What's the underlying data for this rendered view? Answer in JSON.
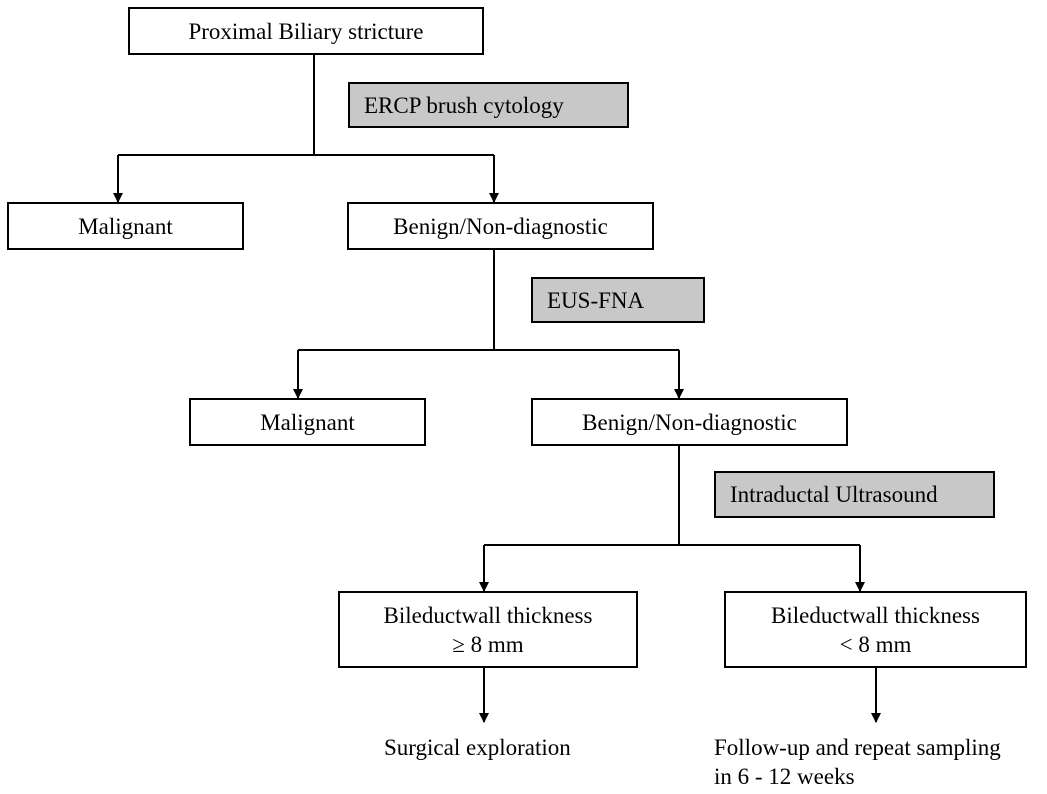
{
  "flowchart": {
    "root": "Proximal Biliary stricture",
    "step1": {
      "procedure": "ERCP brush cytology",
      "malignant": "Malignant",
      "benign": "Benign/Non-diagnostic"
    },
    "step2": {
      "procedure": "EUS-FNA",
      "malignant": "Malignant",
      "benign": "Benign/Non-diagnostic"
    },
    "step3": {
      "procedure": "Intraductal Ultrasound",
      "thick": {
        "line1": "Bileductwall thickness",
        "line2": "≥ 8 mm"
      },
      "thin": {
        "line1": "Bileductwall thickness",
        "line2": "< 8 mm"
      }
    },
    "outcomes": {
      "thick": "Surgical exploration",
      "thin_line1": "Follow-up and repeat sampling",
      "thin_line2": "in 6 - 12 weeks"
    }
  }
}
